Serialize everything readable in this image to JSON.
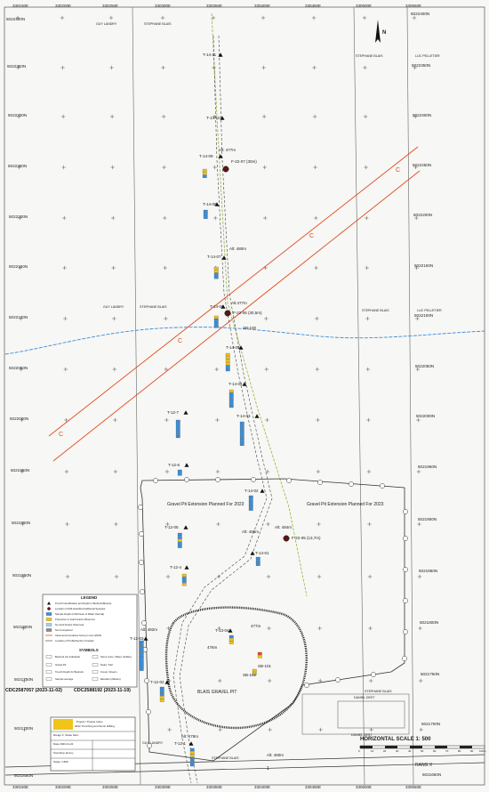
{
  "grid": {
    "eastings": [
      "330150E",
      "330200E",
      "330250E",
      "330300E",
      "330350E",
      "330400E",
      "330450E",
      "330500E",
      "330550E"
    ],
    "eastings_bottom": [
      "330150E",
      "330200E",
      "330250E",
      "330300E",
      "330350E",
      "330400E",
      "330450E",
      "330500E",
      "330550E"
    ],
    "northings": [
      "5022400N",
      "5022350N",
      "5022300N",
      "5022250N",
      "5022200N",
      "5022150N",
      "5022100N",
      "5022050N",
      "5022000N",
      "5021950N",
      "5021900N",
      "5021850N",
      "5021800N",
      "5021750N",
      "5021700N",
      "5021650N"
    ]
  },
  "owners": {
    "guy_landry": "GUY LANDRY",
    "stephane_blais": "STEPHANE BLAIS",
    "luc_pelletier": "LUC PELLETIER",
    "daniel_dest": "DANIEL DEST"
  },
  "trenches": [
    {
      "id": "T-14-11"
    },
    {
      "id": "T-14-10"
    },
    {
      "id": "T-14-09"
    },
    {
      "id": "T-14-08"
    },
    {
      "id": "T-14-07"
    },
    {
      "id": "T-14-06"
    },
    {
      "id": "T-14-05"
    },
    {
      "id": "T-14-04"
    },
    {
      "id": "T-14-03"
    },
    {
      "id": "T-14-02"
    },
    {
      "id": "T-14-01"
    },
    {
      "id": "T-12-7"
    },
    {
      "id": "T-12-6"
    },
    {
      "id": "T-12-05"
    },
    {
      "id": "T-12-4"
    },
    {
      "id": "T-12-03"
    },
    {
      "id": "T-12-02"
    },
    {
      "id": "T-12-1"
    },
    {
      "id": "T-13-04"
    }
  ],
  "wells": [
    {
      "id": "F-22-07 (30m)"
    },
    {
      "id": "F-22-06 (30,5m)"
    },
    {
      "id": "F-22-05 (13,7m)"
    }
  ],
  "altitudes": [
    "Alt: 477m",
    "Alt: 480m",
    "Alt:477m",
    "Alt: 484m",
    "Alt: 486m",
    "Alt: 482m",
    "Alt: 478m",
    "Alt: 480m"
  ],
  "altitudes_plain": [
    "477m",
    "476m"
  ],
  "samples": [
    "SB-100",
    "SB-101",
    "SB-102"
  ],
  "zone_labels": {
    "gravel_extension": "Gravel Pit Extension Planned For 2023",
    "blais_gravel_pit": "BLAIS GRAVEL PIT",
    "section_c": "C",
    "road": "RANG X",
    "number_1": "1"
  },
  "claims": {
    "left": "CDC2587057 (2023-11-02)",
    "right": "CDC2588192 (2023-11-19)"
  },
  "legend": {
    "title": "LEGEND",
    "items": [
      "Trench Identification and Depth to Bedrock(Meters)",
      "Location of Drill Hole/Rod Additional Samples",
      "Sample Depth of Drill Hole of Water Interval)",
      "Proportion of Gold Grains Observed",
      "No Gold Grains Observed",
      "Not Compacted",
      "Assumed Anomalous Survey Lines (2023)",
      "Location of Profile/Section Overlain"
    ],
    "symbols_title": "SYMBOLS",
    "symbols": [
      "Bedrock (as Indicated)",
      "Stone Cone, Water, building",
      "Gravel Pit",
      "Road, Trail",
      "Trench Depth for Bedrock",
      "Forest, Stream",
      "Sample average",
      "Elevation (Meters)"
    ]
  },
  "scale": {
    "title": "HORIZONTAL SCALE 1: 500",
    "ticks": [
      "0",
      "10",
      "20",
      "30",
      "40",
      "50",
      "60",
      "70",
      "80",
      "90",
      "100m"
    ]
  },
  "north": "N",
  "title_block": {
    "company": "Project / Propiet Indus",
    "project": "2022 Trenching and Sonic Drilling",
    "lines": [
      "Range X, Stoke Sect.",
      "Date 2023-11-22",
      "Township: Emmy",
      "Scale: 1:500"
    ]
  },
  "colors": {
    "grid": "#4a4a4a",
    "section_line": "#e24a1f",
    "stream": "#3d8bd6",
    "trail": "#8fb83b",
    "boundary": "#333333",
    "bar_blue": "#3a8fd9",
    "bar_yellow": "#f0c419",
    "bar_red": "#e54d2a"
  }
}
